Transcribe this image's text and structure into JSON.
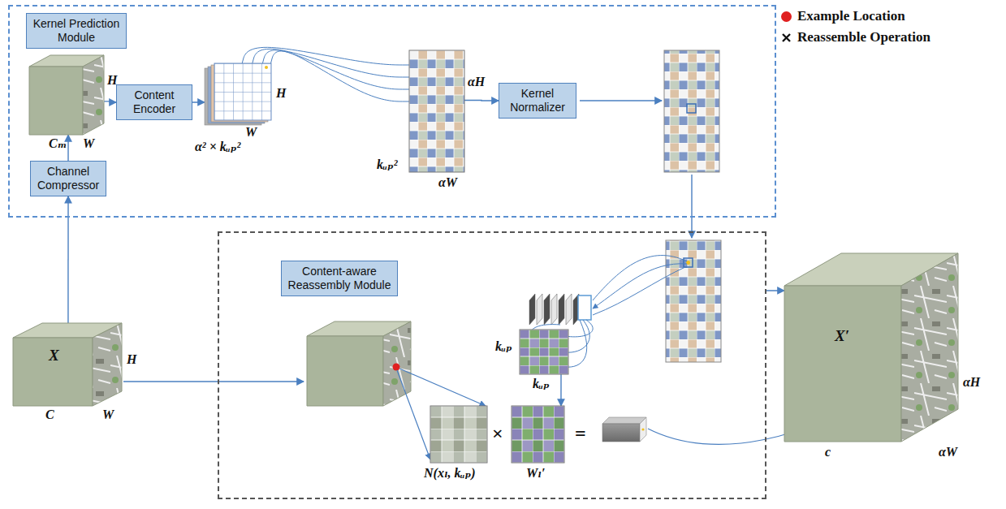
{
  "diagram": {
    "nodes": [
      {
        "text": [
          "Kernel Prediction Module"
        ]
      },
      {
        "text": [
          "Cₘ",
          "H",
          "W"
        ],
        "in": 0
      },
      {
        "text": [
          "Content Encoder"
        ],
        "in": 0
      },
      {
        "text": [
          "α² × kᵤₚ²",
          "H",
          "W"
        ],
        "in": 0
      },
      {
        "text": [
          "αH",
          "kᵤₚ²",
          "αW"
        ],
        "in": 0
      },
      {
        "text": [
          "Kernel Normalizer"
        ],
        "in": 0
      },
      {
        "text": [
          "Channel Compressor"
        ],
        "in": 0
      },
      {
        "text": [
          "Content-aware Reassembly Module"
        ]
      },
      {
        "text": [
          "kᵤₚ",
          "kᵤₚ"
        ],
        "in": 7
      },
      {
        "text": [
          "N(xₗ, kᵤₚ)"
        ],
        "in": 7
      },
      {
        "text": [
          "Wₗ′"
        ],
        "in": 7
      },
      {
        "text": [
          "X",
          "C",
          "H",
          "W"
        ]
      },
      {
        "text": [
          "X′",
          "c",
          "αH",
          "αW"
        ]
      }
    ],
    "edges": [
      {
        "from": 11,
        "to": 6,
        "arrow": "to"
      },
      {
        "from": 6,
        "to": 1,
        "arrow": "to"
      },
      {
        "from": 1,
        "to": 2,
        "arrow": "to"
      },
      {
        "from": 2,
        "to": 3,
        "arrow": "to"
      },
      {
        "from": 3,
        "to": 4,
        "arrow": "none"
      },
      {
        "from": 3,
        "to": 4,
        "arrow": "none"
      },
      {
        "from": 3,
        "to": 4,
        "arrow": "none"
      },
      {
        "from": 3,
        "to": 4,
        "arrow": "none"
      },
      {
        "from": 4,
        "to": 5,
        "arrow": "to"
      },
      {
        "from": 8,
        "to": 10,
        "arrow": "to"
      },
      {
        "from": 7,
        "to": 12,
        "arrow": "to"
      }
    ],
    "labels": [
      "×",
      "="
    ],
    "legend": [
      {
        "text": "Example Location",
        "color": "#e02020"
      },
      {
        "text": "Reassemble Operation"
      }
    ]
  }
}
